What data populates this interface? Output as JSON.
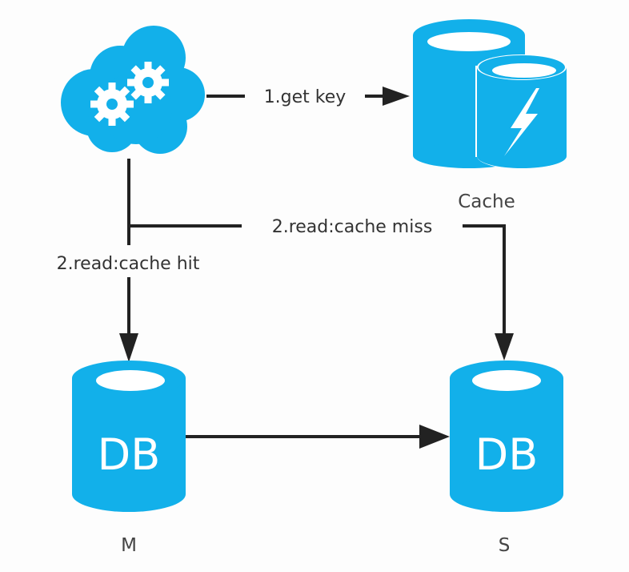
{
  "diagram": {
    "colors": {
      "node_fill": "#12b0ea",
      "node_highlight": "#ffffff",
      "edge": "#222222",
      "label_text": "#333333",
      "background": "#fdfdfd"
    },
    "nodes": {
      "app": {
        "icon": "cloud-gears-icon",
        "label": ""
      },
      "cache": {
        "icon": "cache-database-lightning-icon",
        "label": "Cache"
      },
      "master_db": {
        "icon": "database-icon",
        "text": "DB",
        "label": "M"
      },
      "slave_db": {
        "icon": "database-icon",
        "text": "DB",
        "label": "S"
      }
    },
    "edges": [
      {
        "id": "get-key",
        "from": "app",
        "to": "cache",
        "label": "1.get key"
      },
      {
        "id": "cache-miss",
        "from": "app",
        "to": "slave_db",
        "label": "2.read:cache miss"
      },
      {
        "id": "cache-hit",
        "from": "app",
        "to": "master_db",
        "label": "2.read:cache hit"
      },
      {
        "id": "replication",
        "from": "master_db",
        "to": "slave_db",
        "label": ""
      }
    ]
  }
}
